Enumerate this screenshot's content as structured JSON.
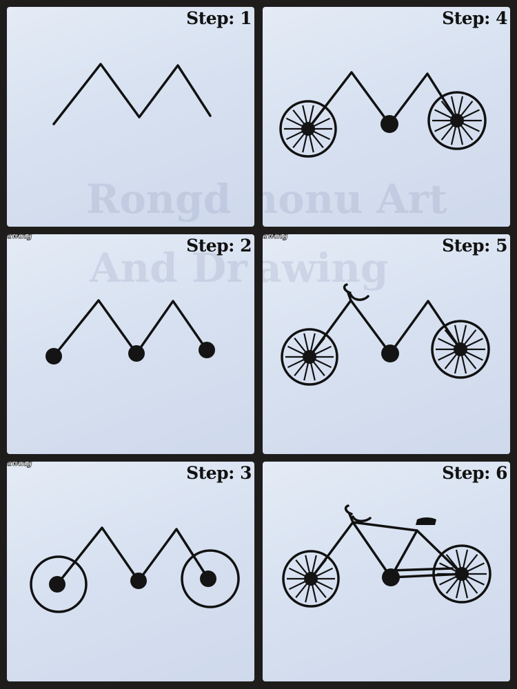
{
  "steps": [
    {
      "label": "Step: 1"
    },
    {
      "label": "Step: 2"
    },
    {
      "label": "Step: 3"
    },
    {
      "label": "Step: 4"
    },
    {
      "label": "Step: 5"
    },
    {
      "label": "Step: 6"
    }
  ],
  "corner_text": "awing",
  "watermark": {
    "line1a": "Rongd",
    "line1b": "honu Art",
    "line2a": "And Dr",
    "line2b": "awing"
  },
  "colors": {
    "ink": "#111111",
    "paper": "#dbe3f2",
    "frame": "#1f1d1c"
  }
}
